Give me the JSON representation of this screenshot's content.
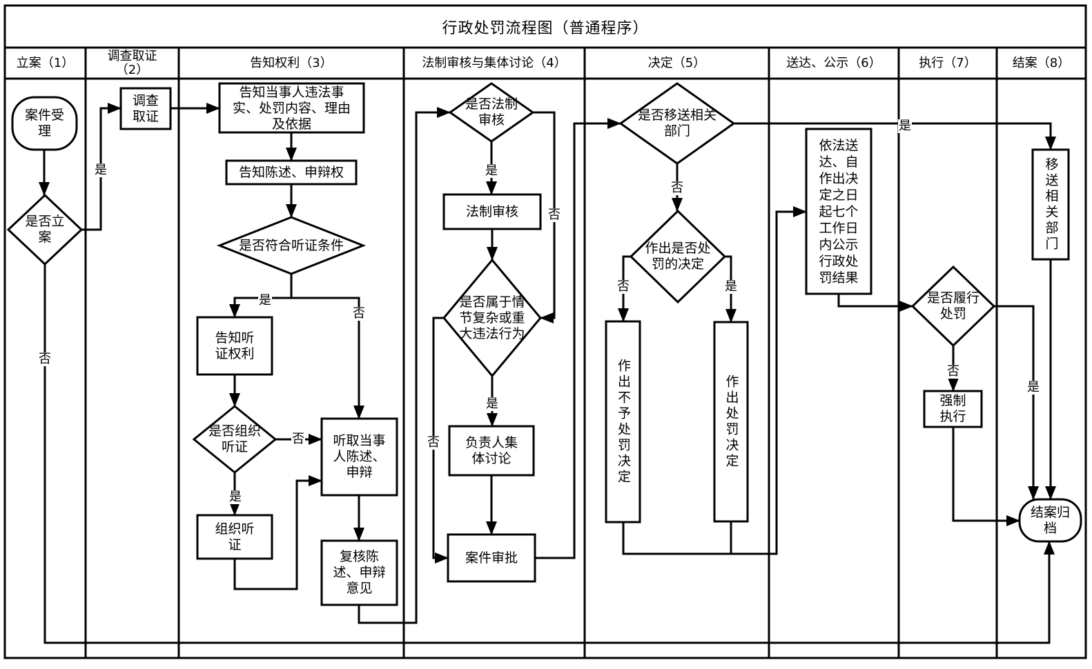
{
  "title": "行政处罚流程图（普通程序）",
  "lanes": [
    {
      "label": "立案（1）"
    },
    {
      "label": "调查取证（2）"
    },
    {
      "label": "告知权利（3）"
    },
    {
      "label": "法制审核与集体讨论（4）"
    },
    {
      "label": "决定（5）"
    },
    {
      "label": "送达、公示（6）"
    },
    {
      "label": "执行（7）"
    },
    {
      "label": "结案（8）"
    }
  ],
  "nodes": {
    "case_accept": {
      "shape": "terminal",
      "lines": [
        "案件受",
        "理"
      ]
    },
    "decide_file": {
      "shape": "decision",
      "lines": [
        "是否立",
        "案"
      ]
    },
    "investigate": {
      "shape": "process",
      "lines": [
        "调查",
        "取证"
      ]
    },
    "notify_facts": {
      "shape": "process",
      "lines": [
        "告知当事人违法事",
        "实、处罚内容、理由",
        "及依据"
      ]
    },
    "notify_rights": {
      "shape": "process",
      "lines": [
        "告知陈述、申辩权"
      ]
    },
    "hearing_eligible": {
      "shape": "decision",
      "lines": [
        "是否符合听证条件"
      ]
    },
    "notify_hearing": {
      "shape": "process",
      "lines": [
        "告知听",
        "证权利"
      ]
    },
    "organize_decision": {
      "shape": "decision",
      "lines": [
        "是否组织",
        "听证"
      ]
    },
    "organize_hearing": {
      "shape": "process",
      "lines": [
        "组织听",
        "证"
      ]
    },
    "hear_statement": {
      "shape": "process",
      "lines": [
        "听取当事",
        "人陈述、",
        "申辩"
      ]
    },
    "review_statement": {
      "shape": "process",
      "lines": [
        "复核陈",
        "述、申辩",
        "意见"
      ]
    },
    "legal_review_decision": {
      "shape": "decision",
      "lines": [
        "是否法制",
        "审核"
      ]
    },
    "legal_review": {
      "shape": "process",
      "lines": [
        "法制审核"
      ]
    },
    "complex_case_decision": {
      "shape": "decision",
      "lines": [
        "是否属于情",
        "节复杂或重",
        "大违法行为"
      ]
    },
    "collective_discussion": {
      "shape": "process",
      "lines": [
        "负责人集",
        "体讨论"
      ]
    },
    "case_approval": {
      "shape": "process",
      "lines": [
        "案件审批"
      ]
    },
    "transfer_decision": {
      "shape": "decision",
      "lines": [
        "是否移送相关",
        "部门"
      ]
    },
    "penalty_decision": {
      "shape": "decision",
      "lines": [
        "作出是否处",
        "罚的决定"
      ]
    },
    "no_penalty": {
      "shape": "process",
      "text": "作出不予处罚决定"
    },
    "penalty": {
      "shape": "process",
      "text": "作出处罚决定"
    },
    "deliver_publish": {
      "shape": "process",
      "lines": [
        "依法送",
        "达、自",
        "作出决",
        "定之日",
        "起七个",
        "工作日",
        "内公示",
        "行政处",
        "罚结果"
      ]
    },
    "comply_decision": {
      "shape": "decision",
      "lines": [
        "是否履行",
        "处罚"
      ]
    },
    "enforce": {
      "shape": "process",
      "lines": [
        "强制",
        "执行"
      ]
    },
    "transfer": {
      "shape": "process",
      "text": "移送相关部门"
    },
    "close_archive": {
      "shape": "terminal",
      "lines": [
        "结案归",
        "档"
      ]
    }
  },
  "edge_labels": {
    "file_yes": "是",
    "file_no": "否",
    "hearing_yes": "是",
    "hearing_no": "否",
    "organize_no": "否",
    "organize_yes": "是",
    "legal_yes": "是",
    "legal_no": "否",
    "complex_no": "否",
    "complex_yes": "是",
    "transfer_yes": "是",
    "transfer_no": "否",
    "penalty_no": "否",
    "penalty_yes": "是",
    "comply_yes": "是",
    "comply_no": "否"
  },
  "colors": {
    "stroke": "#000000",
    "background": "#ffffff",
    "text": "#000000"
  }
}
